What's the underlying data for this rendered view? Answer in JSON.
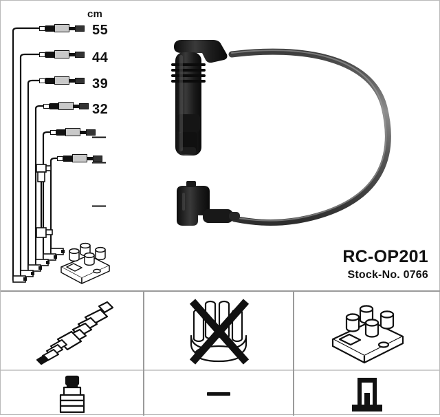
{
  "product": {
    "code": "RC-OP201",
    "stock_label": "Stock-No. 0766"
  },
  "measurement": {
    "unit_header": "cm",
    "leads": [
      {
        "index": 1,
        "length": "55"
      },
      {
        "index": 2,
        "length": "44"
      },
      {
        "index": 3,
        "length": "39"
      },
      {
        "index": 4,
        "length": "32"
      },
      {
        "index": 5,
        "length": "—"
      },
      {
        "index": 6,
        "length": "—"
      },
      {
        "index": 7,
        "length": "—"
      }
    ]
  },
  "main_image": {
    "description": "ignition cable with spark plug boot and right-angle coil connector",
    "cable_color": "#555555",
    "boot_color": "#1a1a1a"
  },
  "schematic": {
    "coil_pack_name": "ignition-coil-pack",
    "harness_name": "cable-harness"
  },
  "panels": [
    {
      "id": "spark-plug-panel",
      "top_icon": "spark-plug-icon",
      "bottom_icon": "spark-plug-boot-icon",
      "bottom_is_dash": false
    },
    {
      "id": "distributor-panel",
      "top_icon": "distributor-cap-crossed-out-icon",
      "bottom_icon": "dash-mark",
      "bottom_is_dash": true
    },
    {
      "id": "coil-panel",
      "top_icon": "ignition-coil-pack-icon",
      "bottom_icon": "coil-terminal-icon",
      "bottom_is_dash": false
    }
  ],
  "colors": {
    "ink": "#111111",
    "border": "#9a9a9a",
    "frame": "#b9b9b9",
    "metal": "#c9c9c9"
  }
}
